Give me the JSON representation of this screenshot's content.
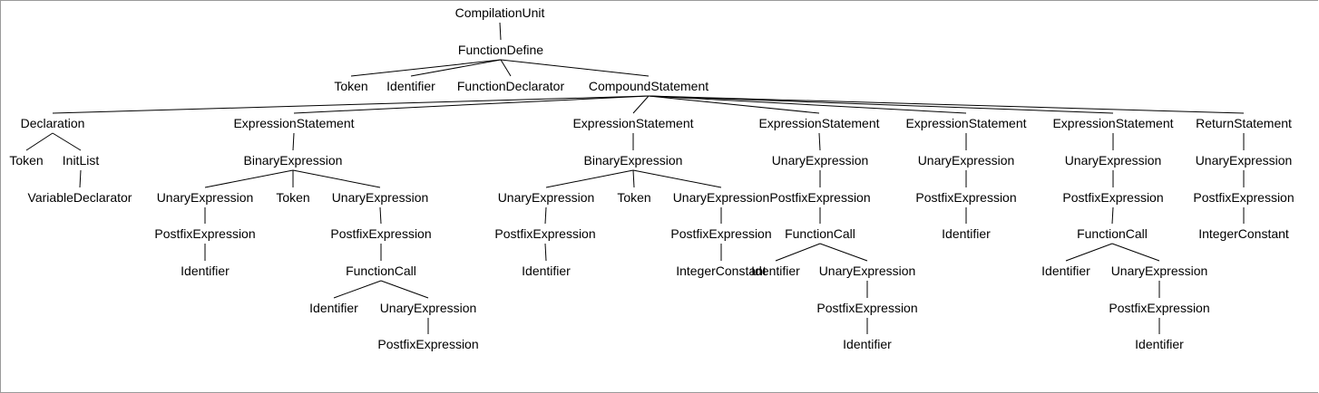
{
  "tree": {
    "line_color": "#000000",
    "text_color": "#000000",
    "background_color": "#ffffff",
    "nodes": [
      {
        "id": "n0",
        "label": "CompilationUnit"
      },
      {
        "id": "n1",
        "label": "FunctionDefine"
      },
      {
        "id": "n2",
        "label": "Token"
      },
      {
        "id": "n3",
        "label": "Identifier"
      },
      {
        "id": "n4",
        "label": "FunctionDeclarator"
      },
      {
        "id": "n5",
        "label": "CompoundStatement"
      },
      {
        "id": "n6",
        "label": "Declaration"
      },
      {
        "id": "n7",
        "label": "Token"
      },
      {
        "id": "n8",
        "label": "InitList"
      },
      {
        "id": "n9",
        "label": "VariableDeclarator"
      },
      {
        "id": "n10",
        "label": "ExpressionStatement"
      },
      {
        "id": "n11",
        "label": "BinaryExpression"
      },
      {
        "id": "n12",
        "label": "UnaryExpression"
      },
      {
        "id": "n13",
        "label": "PostfixExpression"
      },
      {
        "id": "n14",
        "label": "Identifier"
      },
      {
        "id": "n15",
        "label": "Token"
      },
      {
        "id": "n16",
        "label": "UnaryExpression"
      },
      {
        "id": "n17",
        "label": "PostfixExpression"
      },
      {
        "id": "n18",
        "label": "FunctionCall"
      },
      {
        "id": "n19",
        "label": "Identifier"
      },
      {
        "id": "n20",
        "label": "UnaryExpression"
      },
      {
        "id": "n21",
        "label": "PostfixExpression"
      },
      {
        "id": "n22",
        "label": "ExpressionStatement"
      },
      {
        "id": "n23",
        "label": "BinaryExpression"
      },
      {
        "id": "n24",
        "label": "UnaryExpression"
      },
      {
        "id": "n25",
        "label": "PostfixExpression"
      },
      {
        "id": "n26",
        "label": "Identifier"
      },
      {
        "id": "n27",
        "label": "Token"
      },
      {
        "id": "n28",
        "label": "UnaryExpression"
      },
      {
        "id": "n29",
        "label": "PostfixExpression"
      },
      {
        "id": "n30",
        "label": "IntegerConstant"
      },
      {
        "id": "n31",
        "label": "ExpressionStatement"
      },
      {
        "id": "n32",
        "label": "UnaryExpression"
      },
      {
        "id": "n33",
        "label": "PostfixExpression"
      },
      {
        "id": "n34",
        "label": "FunctionCall"
      },
      {
        "id": "n35",
        "label": "Identifier"
      },
      {
        "id": "n36",
        "label": "UnaryExpression"
      },
      {
        "id": "n37",
        "label": "PostfixExpression"
      },
      {
        "id": "n38",
        "label": "Identifier"
      },
      {
        "id": "n39",
        "label": "ExpressionStatement"
      },
      {
        "id": "n40",
        "label": "UnaryExpression"
      },
      {
        "id": "n41",
        "label": "PostfixExpression"
      },
      {
        "id": "n42",
        "label": "Identifier"
      },
      {
        "id": "n43",
        "label": "ExpressionStatement"
      },
      {
        "id": "n44",
        "label": "UnaryExpression"
      },
      {
        "id": "n45",
        "label": "PostfixExpression"
      },
      {
        "id": "n46",
        "label": "FunctionCall"
      },
      {
        "id": "n47",
        "label": "Identifier"
      },
      {
        "id": "n48",
        "label": "UnaryExpression"
      },
      {
        "id": "n49",
        "label": "PostfixExpression"
      },
      {
        "id": "n50",
        "label": "Identifier"
      },
      {
        "id": "n51",
        "label": "ReturnStatement"
      },
      {
        "id": "n52",
        "label": "UnaryExpression"
      },
      {
        "id": "n53",
        "label": "PostfixExpression"
      },
      {
        "id": "n54",
        "label": "IntegerConstant"
      }
    ],
    "edges": [
      [
        "n0",
        "n1"
      ],
      [
        "n1",
        "n2"
      ],
      [
        "n1",
        "n3"
      ],
      [
        "n1",
        "n4"
      ],
      [
        "n1",
        "n5"
      ],
      [
        "n5",
        "n6"
      ],
      [
        "n5",
        "n10"
      ],
      [
        "n5",
        "n22"
      ],
      [
        "n5",
        "n31"
      ],
      [
        "n5",
        "n39"
      ],
      [
        "n5",
        "n43"
      ],
      [
        "n5",
        "n51"
      ],
      [
        "n6",
        "n7"
      ],
      [
        "n6",
        "n8"
      ],
      [
        "n8",
        "n9"
      ],
      [
        "n10",
        "n11"
      ],
      [
        "n11",
        "n12"
      ],
      [
        "n11",
        "n15"
      ],
      [
        "n11",
        "n16"
      ],
      [
        "n12",
        "n13"
      ],
      [
        "n13",
        "n14"
      ],
      [
        "n16",
        "n17"
      ],
      [
        "n17",
        "n18"
      ],
      [
        "n18",
        "n19"
      ],
      [
        "n18",
        "n20"
      ],
      [
        "n20",
        "n21"
      ],
      [
        "n22",
        "n23"
      ],
      [
        "n23",
        "n24"
      ],
      [
        "n23",
        "n27"
      ],
      [
        "n23",
        "n28"
      ],
      [
        "n24",
        "n25"
      ],
      [
        "n25",
        "n26"
      ],
      [
        "n28",
        "n29"
      ],
      [
        "n29",
        "n30"
      ],
      [
        "n31",
        "n32"
      ],
      [
        "n32",
        "n33"
      ],
      [
        "n33",
        "n34"
      ],
      [
        "n34",
        "n35"
      ],
      [
        "n34",
        "n36"
      ],
      [
        "n36",
        "n37"
      ],
      [
        "n37",
        "n38"
      ],
      [
        "n39",
        "n40"
      ],
      [
        "n40",
        "n41"
      ],
      [
        "n41",
        "n42"
      ],
      [
        "n43",
        "n44"
      ],
      [
        "n44",
        "n45"
      ],
      [
        "n45",
        "n46"
      ],
      [
        "n46",
        "n47"
      ],
      [
        "n46",
        "n48"
      ],
      [
        "n48",
        "n49"
      ],
      [
        "n49",
        "n50"
      ],
      [
        "n51",
        "n52"
      ],
      [
        "n52",
        "n53"
      ],
      [
        "n53",
        "n54"
      ]
    ]
  }
}
